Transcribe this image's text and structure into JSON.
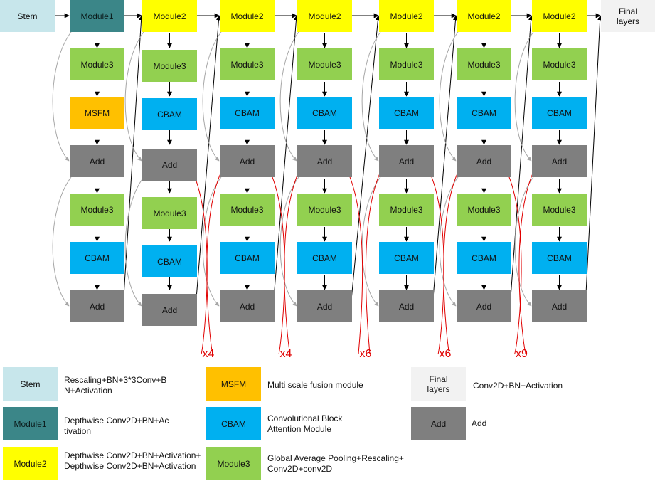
{
  "colors": {
    "stem": "#c7e6eb",
    "module1": "#3b8688",
    "module2": "#ffff00",
    "module3": "#92d050",
    "msfm": "#ffc000",
    "cbam": "#00b0f0",
    "add": "#7f7f7f",
    "final": "#f2f2f2",
    "repeat_arc": "#e00000",
    "connector": "#000000",
    "skip": "#a6a6a6"
  },
  "diagram": {
    "stem": "Stem",
    "final": "Final\nlayers",
    "columns": [
      {
        "top": "Module1",
        "mid1": "Module3",
        "mid2": "MSFM",
        "add1": "Add",
        "low1": "Module3",
        "low2": "CBAM",
        "add2": "Add"
      },
      {
        "top": "Module2",
        "mid1": "Module3",
        "mid2": "CBAM",
        "add1": "Add",
        "low1": "Module3",
        "low2": "CBAM",
        "add2": "Add"
      },
      {
        "top": "Module2",
        "mid1": "Module3",
        "mid2": "CBAM",
        "add1": "Add",
        "low1": "Module3",
        "low2": "CBAM",
        "add2": "Add"
      },
      {
        "top": "Module2",
        "mid1": "Module3",
        "mid2": "CBAM",
        "add1": "Add",
        "low1": "Module3",
        "low2": "CBAM",
        "add2": "Add"
      },
      {
        "top": "Module2",
        "mid1": "Module3",
        "mid2": "CBAM",
        "add1": "Add",
        "low1": "Module3",
        "low2": "CBAM",
        "add2": "Add"
      },
      {
        "top": "Module2",
        "mid1": "Module3",
        "mid2": "CBAM",
        "add1": "Add",
        "low1": "Module3",
        "low2": "CBAM",
        "add2": "Add"
      },
      {
        "top": "Module2",
        "mid1": "Module3",
        "mid2": "CBAM",
        "add1": "Add",
        "low1": "Module3",
        "low2": "CBAM",
        "add2": "Add"
      }
    ],
    "repeats": [
      "x4",
      "x4",
      "x6",
      "x6",
      "x9"
    ]
  },
  "legend": [
    {
      "key": "stem",
      "label": "Stem",
      "desc": "Rescaling+BN+3*3Conv+B\nN+Activation"
    },
    {
      "key": "msfm",
      "label": "MSFM",
      "desc": "Multi scale fusion module"
    },
    {
      "key": "final",
      "label": "Final\nlayers",
      "desc": "Conv2D+BN+Activation"
    },
    {
      "key": "module1",
      "label": "Module1",
      "desc": "Depthwise Conv2D+BN+Ac\ntivation"
    },
    {
      "key": "cbam",
      "label": "CBAM",
      "desc": "Convolutional Block\nAttention Module"
    },
    {
      "key": "add",
      "label": "Add",
      "desc": "Add"
    },
    {
      "key": "module2",
      "label": "Module2",
      "desc": "Depthwise Conv2D+BN+Activation+\nDepthwise Conv2D+BN+Activation"
    },
    {
      "key": "module3",
      "label": "Module3",
      "desc": "Global Average Pooling+Rescaling+\nConv2D+conv2D"
    }
  ]
}
